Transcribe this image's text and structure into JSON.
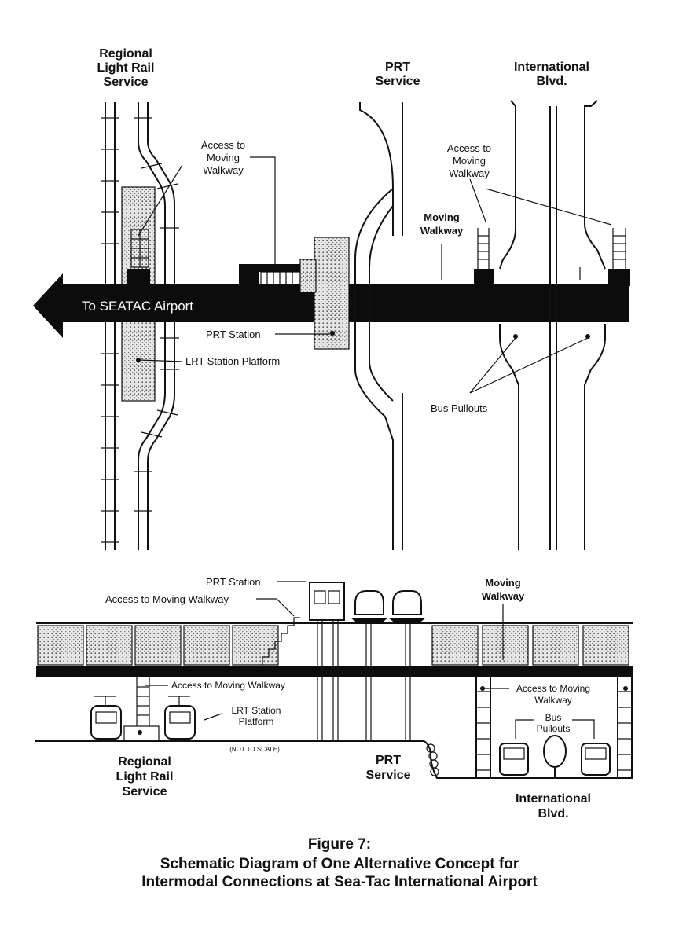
{
  "plan_view": {
    "regional_light_rail": [
      "Regional",
      "Light Rail",
      "Service"
    ],
    "prt_service": [
      "PRT",
      "Service"
    ],
    "international_blvd": [
      "International",
      "Blvd."
    ],
    "access_walkway_left": [
      "Access to",
      "Moving",
      "Walkway"
    ],
    "access_walkway_right": [
      "Access to",
      "Moving",
      "Walkway"
    ],
    "moving_walkway": [
      "Moving",
      "Walkway"
    ],
    "to_seatac": "To SEATAC Airport",
    "prt_station": "PRT Station",
    "lrt_station_platform": "LRT Station Platform",
    "bus_pullouts": "Bus Pullouts"
  },
  "section_view": {
    "prt_station": "PRT Station",
    "access_walkway_top": "Access to Moving Walkway",
    "moving_walkway": [
      "Moving",
      "Walkway"
    ],
    "access_walkway_left": "Access to Moving Walkway",
    "access_walkway_right": [
      "Access to Moving",
      "Walkway"
    ],
    "lrt_station_platform": [
      "LRT Station",
      "Platform"
    ],
    "bus_pullouts": [
      "Bus",
      "Pullouts"
    ],
    "not_to_scale": "(NOT TO SCALE)",
    "regional_light_rail": [
      "Regional",
      "Light Rail",
      "Service"
    ],
    "prt_service": [
      "PRT",
      "Service"
    ],
    "international_blvd": [
      "International",
      "Blvd."
    ]
  },
  "caption": {
    "figure": "Figure 7:",
    "line1": "Schematic Diagram of One Alternative Concept for",
    "line2": "Intermodal Connections at Sea-Tac International Airport"
  }
}
